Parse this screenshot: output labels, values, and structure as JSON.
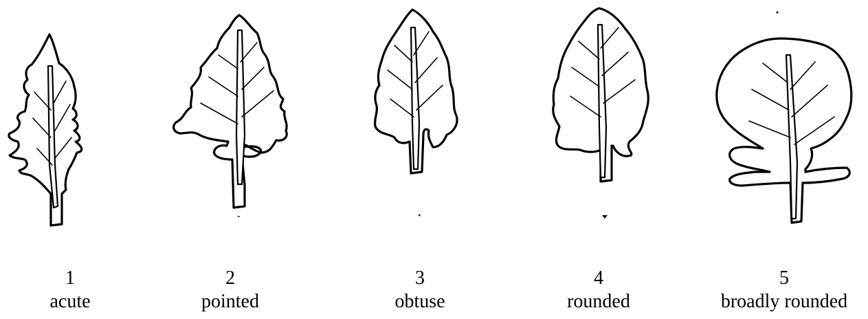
{
  "leaf_shapes": [
    {
      "number": "1",
      "label": "acute"
    },
    {
      "number": "2",
      "label": "pointed"
    },
    {
      "number": "3",
      "label": "obtuse"
    },
    {
      "number": "4",
      "label": "rounded"
    },
    {
      "number": "5",
      "label": "broadly rounded"
    }
  ]
}
